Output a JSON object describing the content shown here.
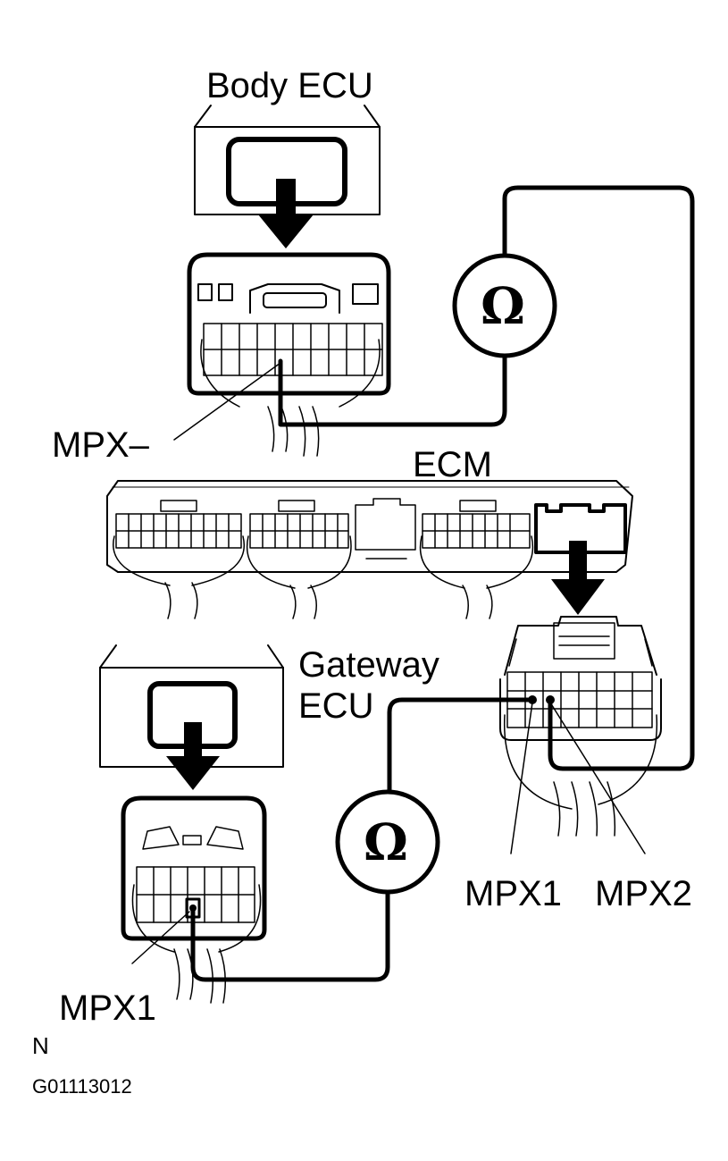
{
  "labels": {
    "body_ecu": "Body ECU",
    "mpx_minus": "MPX–",
    "ecm": "ECM",
    "gateway_line1": "Gateway",
    "gateway_line2": "ECU",
    "mpx1_ecm": "MPX1",
    "mpx2_ecm": "MPX2",
    "mpx1_gateway": "MPX1",
    "ohm_symbol": "Ω",
    "corner_letter": "N",
    "figure_code": "G01113012"
  },
  "colors": {
    "ink": "#000000",
    "paper": "#ffffff"
  }
}
